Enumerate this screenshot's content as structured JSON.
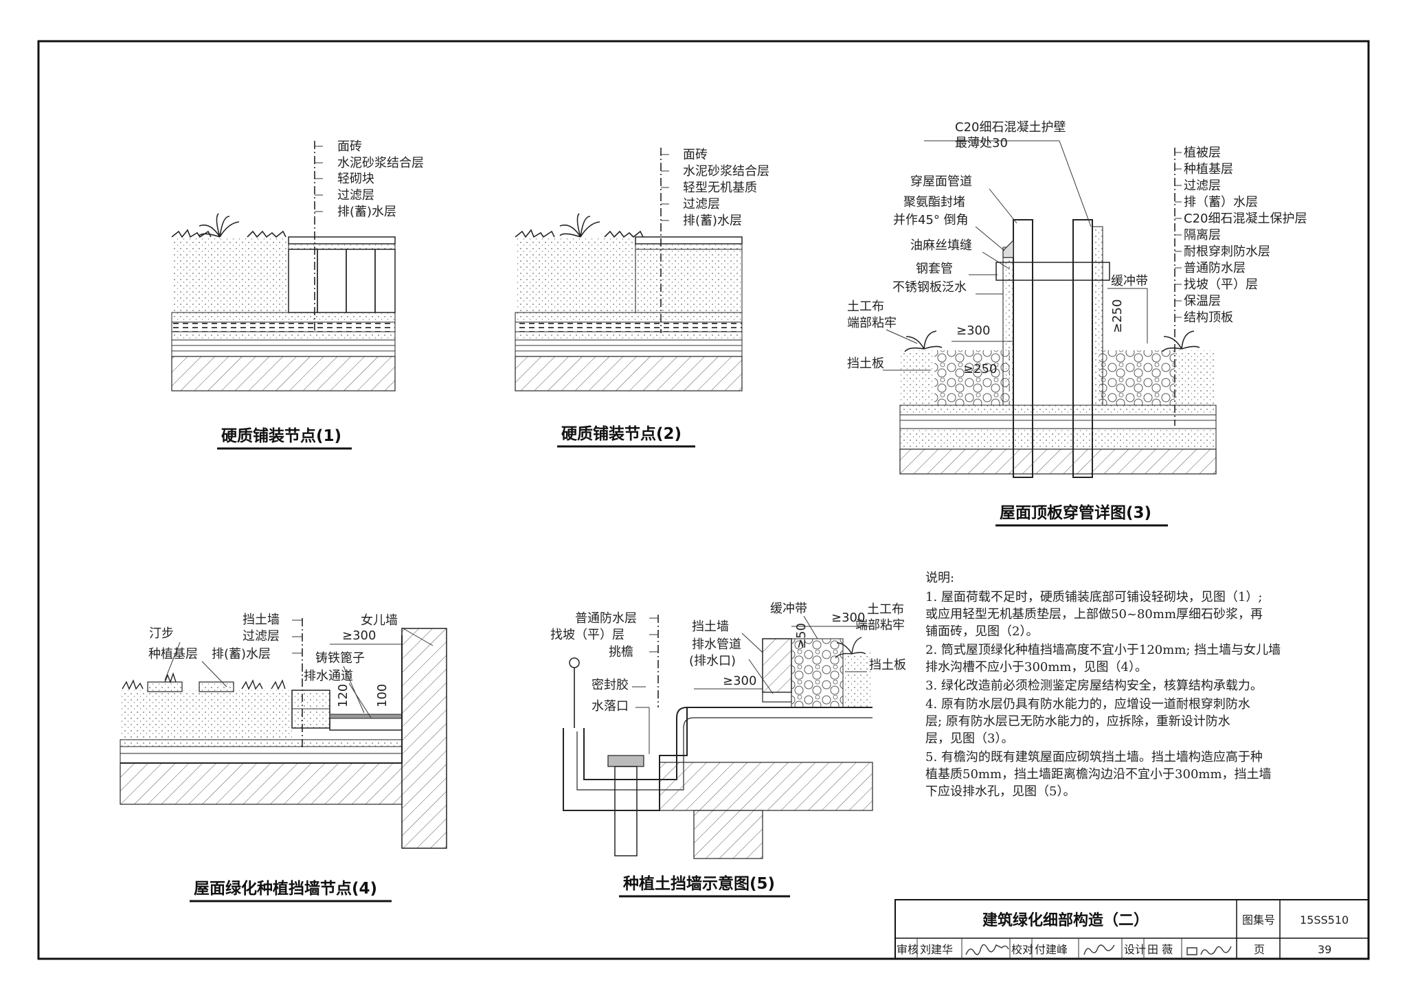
{
  "detail1": {
    "title": "硬质铺装节点(1)",
    "layers": [
      "面砖",
      "水泥砂浆结合层",
      "轻砌块",
      "过滤层",
      "排(蓄)水层"
    ]
  },
  "detail2": {
    "title": "硬质铺装节点(2)",
    "layers": [
      "面砖",
      "水泥砂浆结合层",
      "轻型无机基质",
      "过滤层",
      "排(蓄)水层"
    ]
  },
  "detail3": {
    "title": "屋面顶板穿管详图(3)",
    "top_label_1": "C20细石混凝土护壁",
    "top_label_2": "最薄处30",
    "left_labels": [
      "穿屋面管道",
      "聚氨酯封堵",
      "并作45° 倒角",
      "油麻丝填缝",
      "钢套管",
      "不锈钢板泛水",
      "土工布",
      "端部粘牢",
      "挡土板"
    ],
    "right_labels": [
      "植被层",
      "种植基层",
      "过滤层",
      "排（蓄）水层",
      "C20细石混凝土保护层",
      "隔离层",
      "耐根穿刺防水层",
      "普通防水层",
      "找坡（平）层",
      "保温层",
      "结构顶板"
    ],
    "buffer_label": "缓冲带",
    "dim_300": "≥300",
    "dim_250": "≥250",
    "dim_250_small": "≥250"
  },
  "detail4": {
    "title": "屋面绿化种植挡墙节点(4)",
    "labels": [
      "汀步",
      "挡土墙",
      "过滤层",
      "种植基层",
      "排(蓄)水层",
      "女儿墙",
      "铸铁篦子",
      "排水通道"
    ],
    "dim_300": "≥300",
    "dim_120": "120",
    "dim_100": "100"
  },
  "detail5": {
    "title": "种植土挡墙示意图(5)",
    "left_labels": [
      "普通防水层",
      "找坡（平）层",
      "挑檐",
      "密封胶",
      "水落口"
    ],
    "mid_labels": [
      "挡土墙",
      "排水管道",
      "(排水口)"
    ],
    "buffer_label": "缓冲带",
    "right_labels": [
      "土工布",
      "端部粘牢",
      "挡土板"
    ],
    "dim_300a": "≥300",
    "dim_300b": "≥300",
    "dim_50": "≥50"
  },
  "notes": {
    "heading": "说明:",
    "lines": [
      "1. 屋面荷载不足时，硬质铺装底部可铺设轻砌块，见图（1）;",
      "   或应用轻型无机基质垫层，上部做50~80mm厚细石砂浆，再",
      "   铺面砖，见图（2）。",
      "2. 筒式屋顶绿化种植挡墙高度不宜小于120mm; 挡土墙与女儿墙",
      "   排水沟槽不应小于300mm，见图（4）。",
      "3. 绿化改造前必须检测鉴定房屋结构安全，核算结构承载力。",
      "4. 原有防水层仍具有防水能力的，应增设一道耐根穿刺防水",
      "   层; 原有防水层已无防水能力的，应拆除，重新设计防水",
      "   层，见图（3）。",
      "5. 有檐沟的既有建筑屋面应砌筑挡土墙。挡土墙构造应高于种",
      "   植基质50mm，挡土墙距离檐沟边沿不宜小于300mm，挡土墙",
      "   下应设排水孔，见图（5）。"
    ]
  },
  "title_block": {
    "title": "建筑绿化细部构造（二）",
    "atlas_label": "图集号",
    "atlas_no": "15SS510",
    "review_label": "审核",
    "reviewer": "刘建华",
    "check_label": "校对",
    "checker": "付建峰",
    "design_label": "设计",
    "designer": "田 薇",
    "page_label": "页",
    "page_no": "39"
  }
}
